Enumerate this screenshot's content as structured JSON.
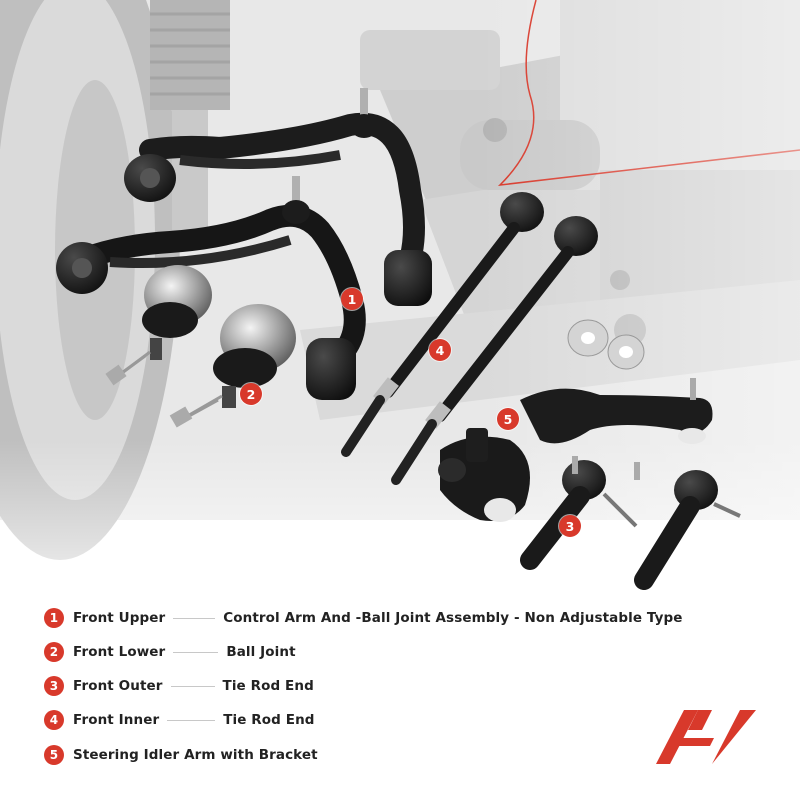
{
  "legend": [
    {
      "number": "1",
      "part": "Front Upper",
      "description": "Control Arm And -Ball Joint Assembly - Non Adjustable Type"
    },
    {
      "number": "2",
      "part": "Front Lower",
      "description": "Ball Joint"
    },
    {
      "number": "3",
      "part": "Front Outer",
      "description": "Tie Rod End"
    },
    {
      "number": "4",
      "part": "Front Inner",
      "description": "Tie Rod End"
    },
    {
      "number": "5",
      "part": "Steering Idler Arm with Bracket",
      "description": ""
    }
  ],
  "callouts": [
    "1",
    "2",
    "3",
    "4",
    "5"
  ],
  "colors": {
    "accent_red": "#d8392b",
    "part_black": "#1c1c1c",
    "background_gray": "#c9c9c9"
  },
  "logo": {
    "icon": "a-premium-logo"
  }
}
